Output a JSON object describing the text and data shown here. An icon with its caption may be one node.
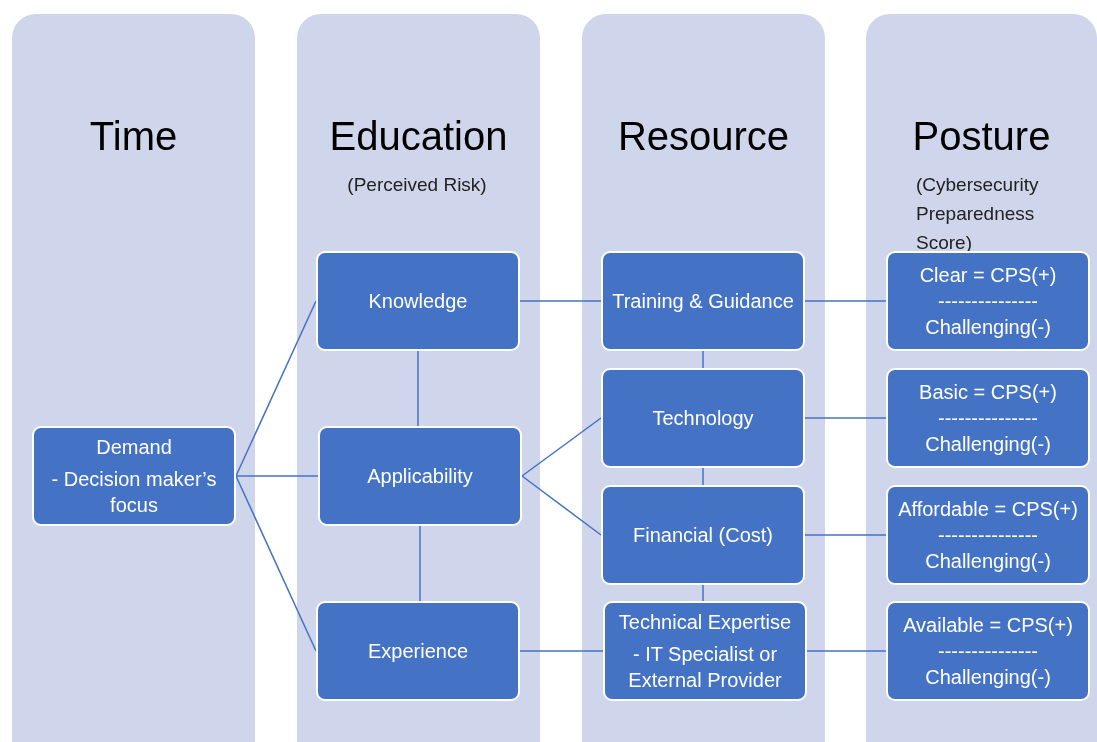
{
  "diagram": {
    "nodes": [
      {
        "text": [
          "Time"
        ]
      },
      {
        "text": [
          "Demand",
          "- Decision maker’s focus"
        ],
        "in": 0
      },
      {
        "text": [
          "Education",
          "(Perceived Risk)"
        ]
      },
      {
        "text": [
          "Knowledge"
        ],
        "in": 2
      },
      {
        "text": [
          "Applicability"
        ],
        "in": 2
      },
      {
        "text": [
          "Experience"
        ],
        "in": 2
      },
      {
        "text": [
          "Resource"
        ]
      },
      {
        "text": [
          "Training & Guidance"
        ],
        "in": 6
      },
      {
        "text": [
          "Technology"
        ],
        "in": 6
      },
      {
        "text": [
          "Financial (Cost)"
        ],
        "in": 6
      },
      {
        "text": [
          "Technical Expertise",
          "- IT Specialist or External Provider"
        ],
        "in": 6
      },
      {
        "text": [
          "Posture",
          "(Cybersecurity Preparedness Score)"
        ]
      },
      {
        "text": [
          "Clear = CPS(+)",
          "---------------",
          "Challenging(-)"
        ],
        "in": 11
      },
      {
        "text": [
          "Basic = CPS(+)",
          "---------------",
          "Challenging(-)"
        ],
        "in": 11
      },
      {
        "text": [
          "Affordable = CPS(+)",
          "---------------",
          "Challenging(-)"
        ],
        "in": 11
      },
      {
        "text": [
          "Available = CPS(+)",
          "---------------",
          "Challenging(-)"
        ],
        "in": 11
      }
    ],
    "edges": [
      {
        "from": 1,
        "to": 3,
        "arrow": "none"
      },
      {
        "from": 1,
        "to": 4,
        "arrow": "none"
      },
      {
        "from": 1,
        "to": 5,
        "arrow": "none"
      },
      {
        "from": 3,
        "to": 4,
        "arrow": "none"
      },
      {
        "from": 4,
        "to": 5,
        "arrow": "none"
      },
      {
        "from": 3,
        "to": 7,
        "arrow": "none"
      },
      {
        "from": 4,
        "to": 8,
        "arrow": "none"
      },
      {
        "from": 4,
        "to": 9,
        "arrow": "none"
      },
      {
        "from": 5,
        "to": 10,
        "arrow": "none"
      },
      {
        "from": 7,
        "to": 8,
        "arrow": "none"
      },
      {
        "from": 8,
        "to": 9,
        "arrow": "none"
      },
      {
        "from": 9,
        "to": 10,
        "arrow": "none"
      },
      {
        "from": 7,
        "to": 12,
        "arrow": "none"
      },
      {
        "from": 8,
        "to": 13,
        "arrow": "none"
      },
      {
        "from": 9,
        "to": 14,
        "arrow": "none"
      },
      {
        "from": 10,
        "to": 15,
        "arrow": "none"
      }
    ]
  }
}
